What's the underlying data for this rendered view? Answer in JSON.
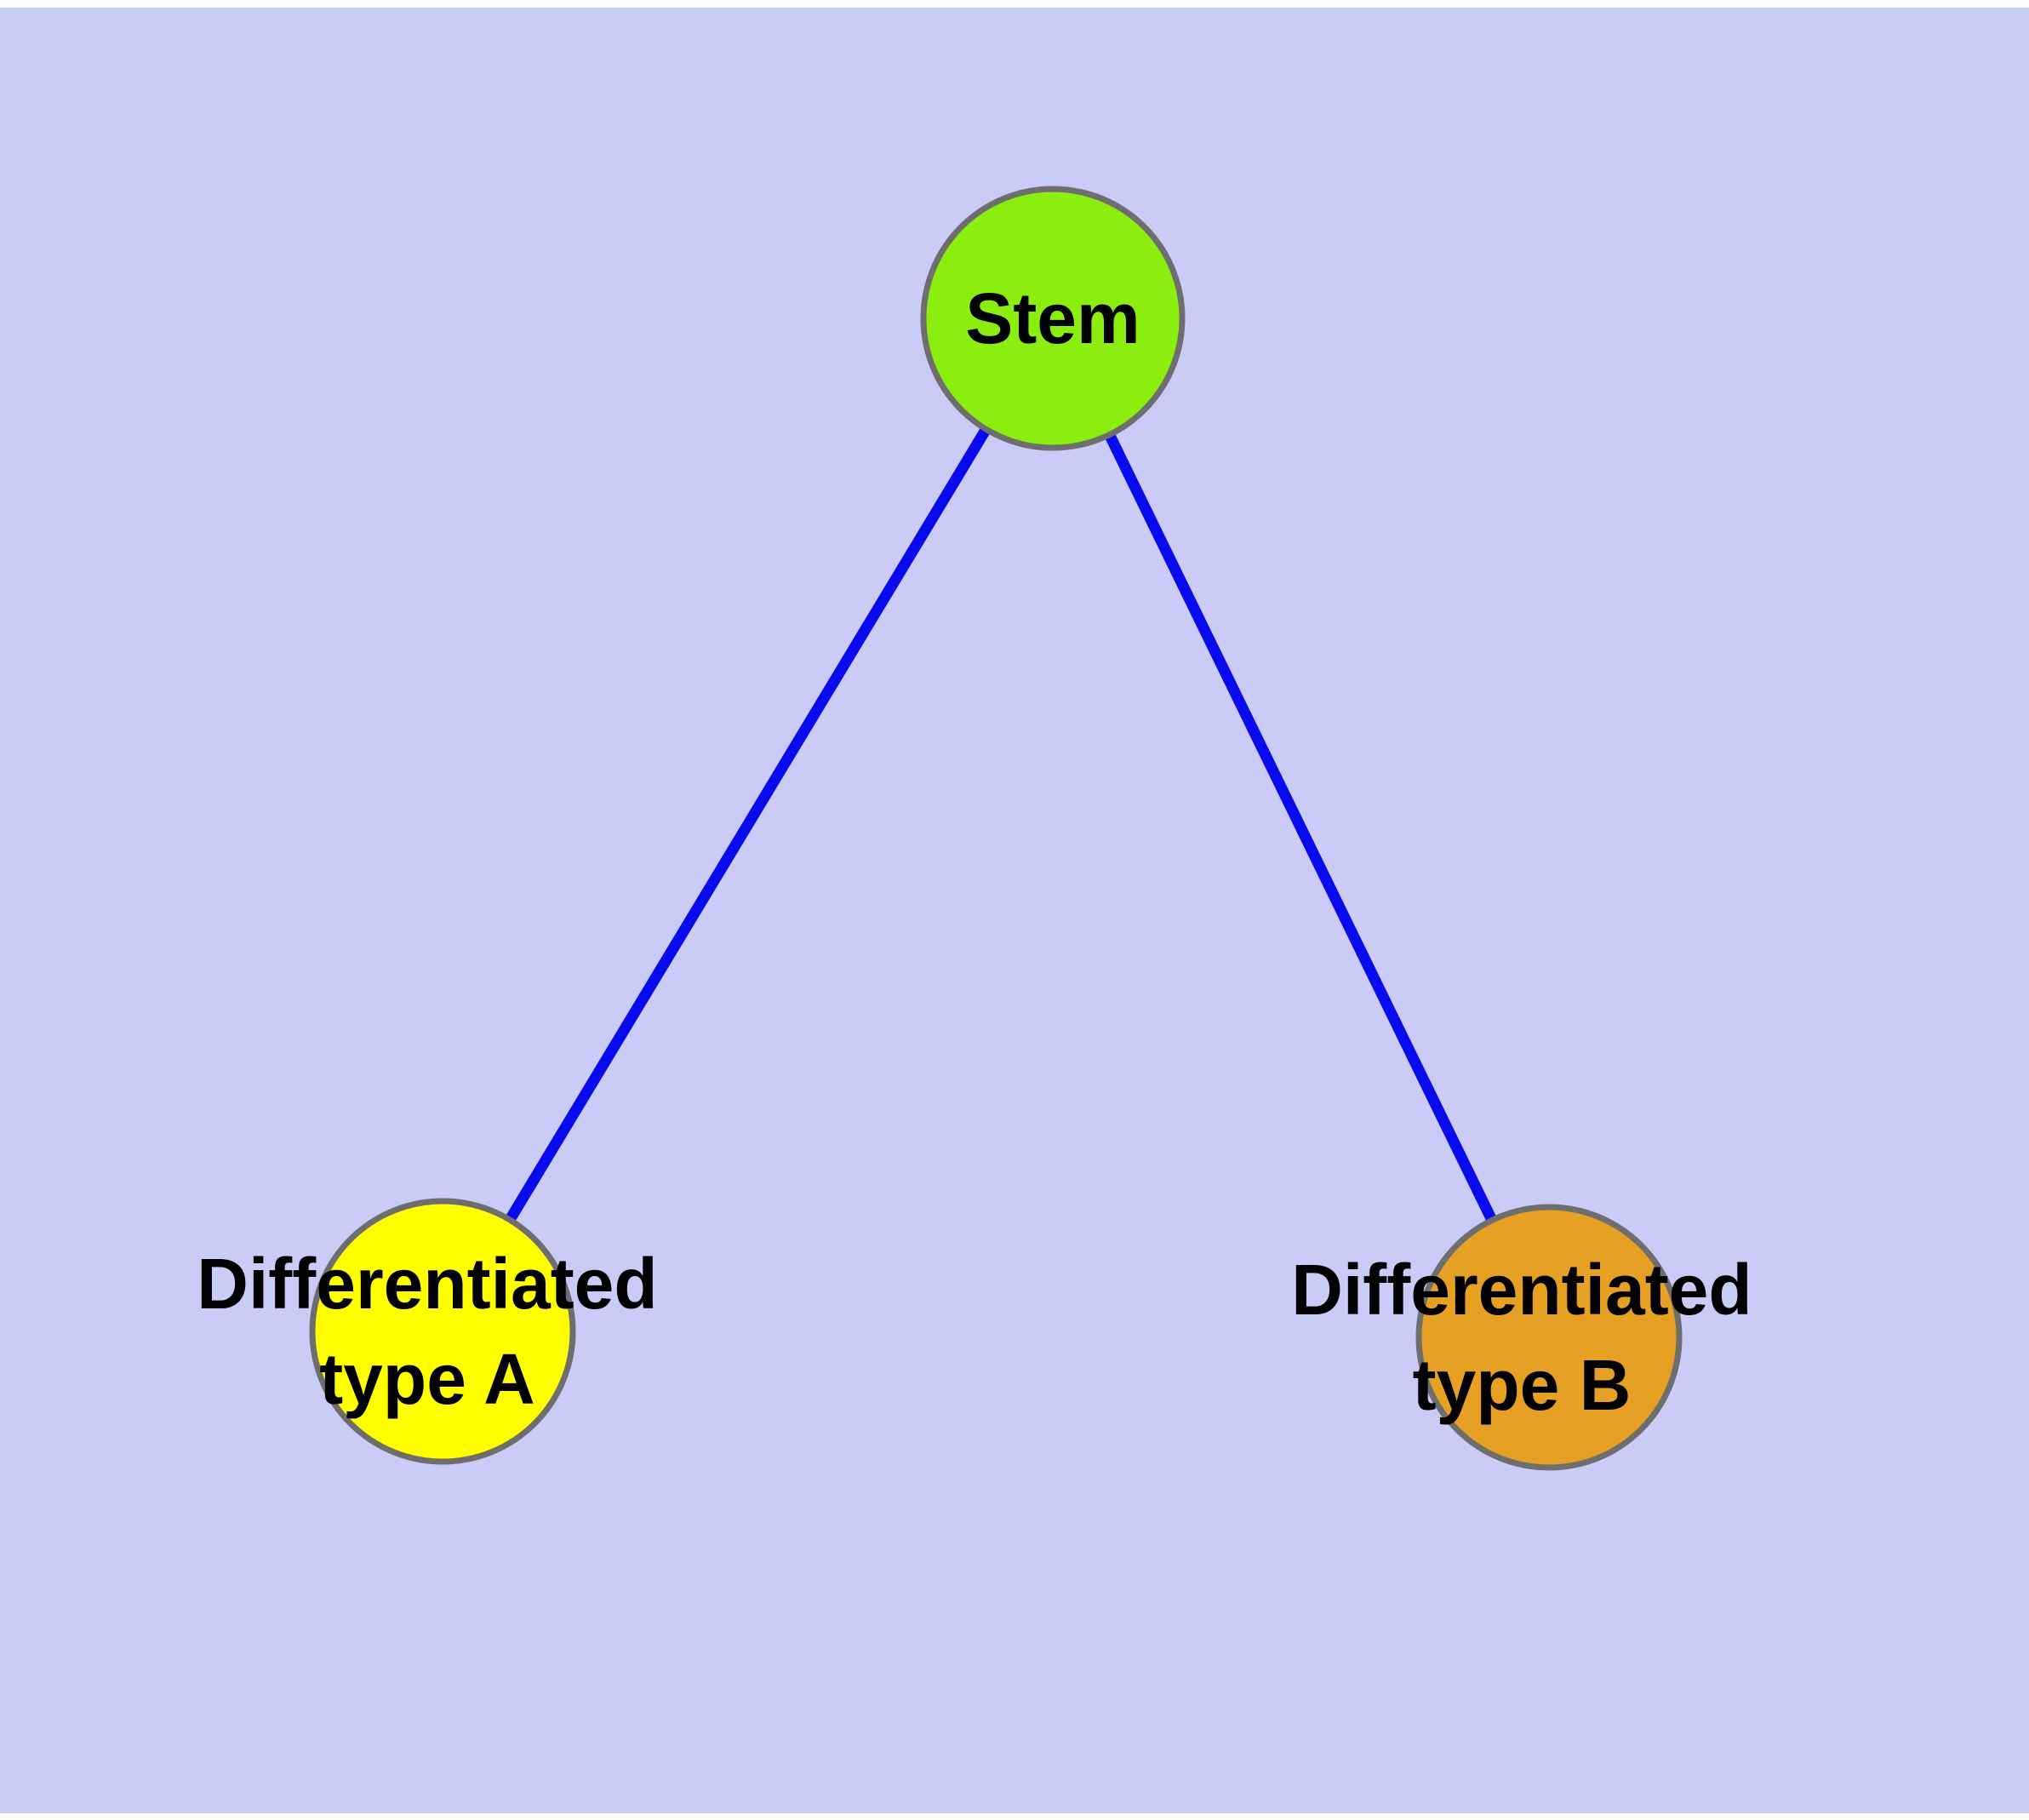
{
  "canvas": {
    "margin_color": "#ffffff",
    "background": "#cbcbf8",
    "text_color": "#000000"
  },
  "edges": {
    "color": "#0909ee",
    "list": [
      {
        "from": "stem",
        "to": "type_a"
      },
      {
        "from": "stem",
        "to": "type_b"
      }
    ]
  },
  "nodes": {
    "stem": {
      "label": "Stem",
      "fill": "#8cee0e",
      "border": "#6e6e6e"
    },
    "type_a": {
      "label_line1": "Differentiated",
      "label_line2": "type A",
      "fill": "#ffff00",
      "border": "#6e6e6e"
    },
    "type_b": {
      "label_line1": "Differentiated",
      "label_line2": "type B",
      "fill": "#e6a023",
      "border": "#6e6e6e"
    }
  }
}
